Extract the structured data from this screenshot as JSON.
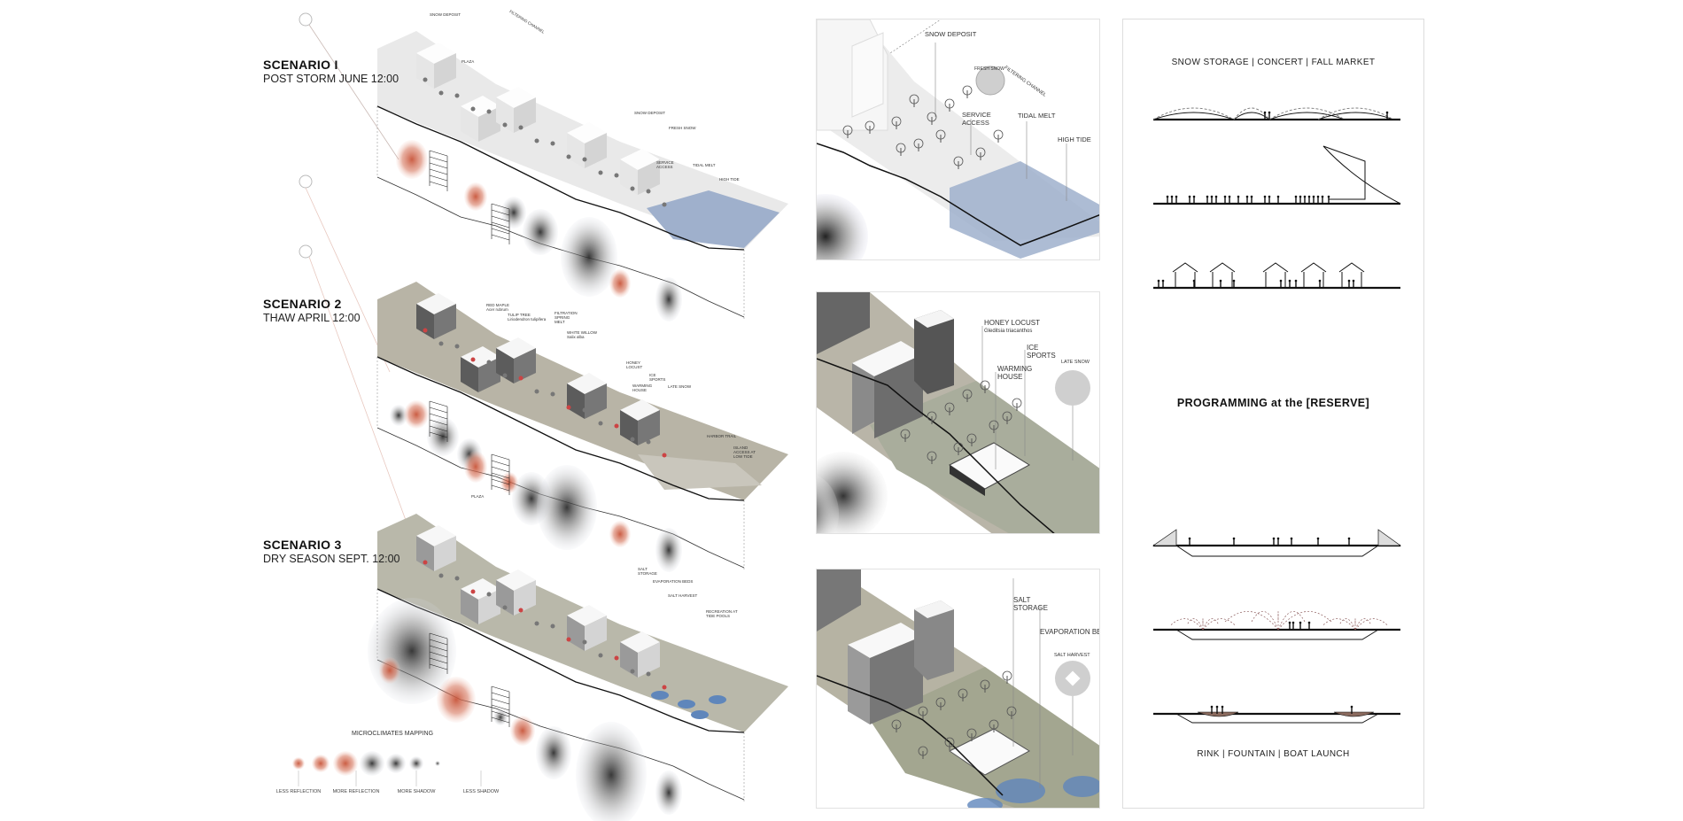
{
  "scenarios": [
    {
      "title": "SCENARIO I",
      "subtitle": "POST STORM JUNE 12:00",
      "labels": {
        "snow_deposit": "SNOW DEPOSIT",
        "plaza": "PLAZA",
        "filtering_channel": "FILTERING CHANNEL",
        "snow_deposit_2": "SNOW DEPOSIT",
        "fresh_snow": "FRESH SNOW",
        "service_access": "SERVICE ACCESS",
        "tidal_melt": "TIDAL MELT",
        "high_tide": "HIGH TIDE"
      }
    },
    {
      "title": "SCENARIO 2",
      "subtitle": "THAW APRIL 12:00",
      "labels": {
        "red_maple": "RED MAPLE",
        "red_maple_latin": "Acer rubrum",
        "tulip_tree": "TULIP TREE",
        "tulip_tree_latin": "Liriodendron tulipifera",
        "filtration": "FILTRATION SPRING MELT",
        "white_willow": "WHITE WILLOW",
        "white_willow_latin": "Salix alba",
        "honey_locust": "HONEY LOCUST",
        "ice_sports": "ICE SPORTS",
        "warming_house": "WARMING HOUSE",
        "late_snow": "LATE SNOW",
        "harbor_trail": "HARBOR TRAIL",
        "island_access": "ISLAND ACCESS AT LOW TIDE"
      }
    },
    {
      "title": "SCENARIO 3",
      "subtitle": "DRY SEASON SEPT. 12:00",
      "labels": {
        "plaza": "PLAZA",
        "salt_storage": "SALT STORAGE",
        "evaporation_beds": "EVAPORATION BEDS",
        "salt_harvest": "SALT HARVEST",
        "recreation": "RECREATION AT TIDE POOLS"
      }
    }
  ],
  "legend": {
    "title": "MICROCLIMATES MAPPING",
    "labels": [
      "LESS REFLECTION",
      "MORE REFLECTION",
      "MORE SHADOW",
      "LESS SHADOW"
    ]
  },
  "details": [
    {
      "snow_deposit": "SNOW DEPOSIT",
      "fresh_snow": "FRESH SNOW",
      "filtering_channel": "FILTERING CHANNEL",
      "service_access": "SERVICE ACCESS",
      "tidal_melt": "TIDAL MELT",
      "high_tide": "HIGH TIDE"
    },
    {
      "honey_locust": "HONEY LOCUST",
      "honey_locust_latin": "Gleditsia triacanthos",
      "ice_sports": "ICE SPORTS",
      "warming_house": "WARMING HOUSE",
      "late_snow": "LATE SNOW"
    },
    {
      "salt_storage": "SALT STORAGE",
      "evaporation_beds": "EVAPORATION BEDS",
      "salt_harvest": "SALT HARVEST"
    }
  ],
  "programming": {
    "top_caption": "SNOW STORAGE | CONCERT | FALL MARKET",
    "title": "PROGRAMMING at the [RESERVE]",
    "bottom_caption": "RINK | FOUNTAIN | BOAT LAUNCH"
  },
  "colors": {
    "reflection": "#c8553a",
    "shadow": "#3a3a3a",
    "water": "#8fa2c4"
  }
}
